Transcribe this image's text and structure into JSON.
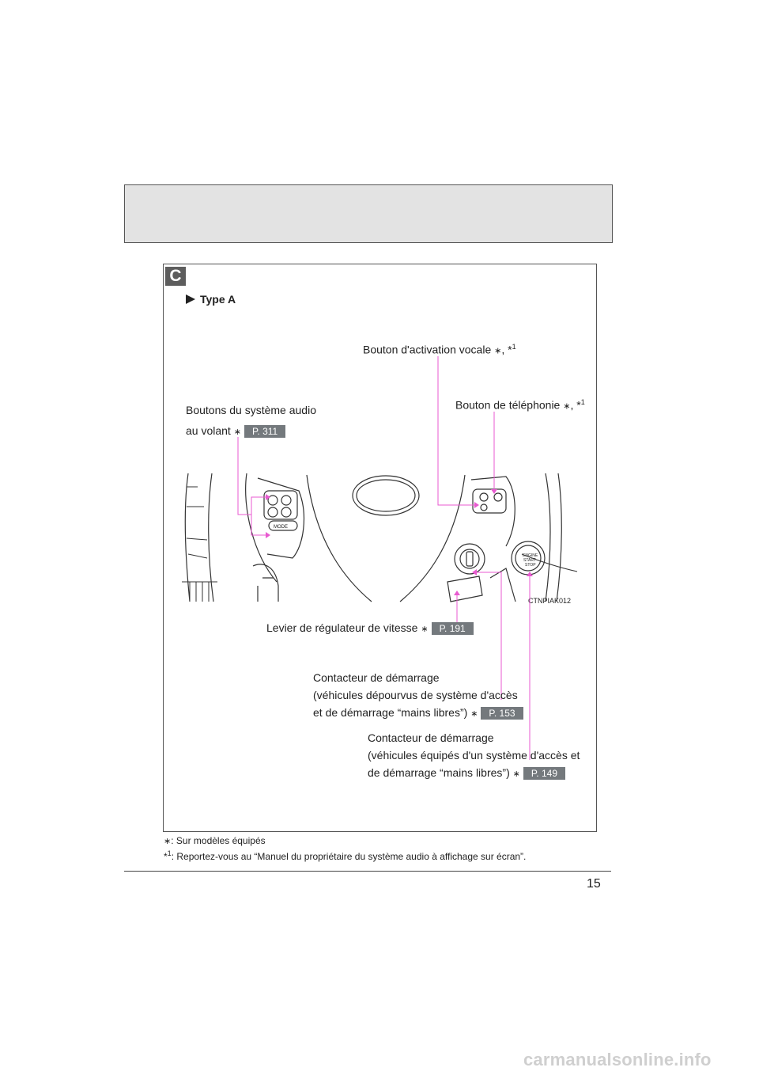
{
  "section": {
    "badge": "C"
  },
  "type_heading": "Type A",
  "labels": {
    "voice": {
      "text": "Bouton d'activation vocale",
      "marks": ", *",
      "sup": "1"
    },
    "phone": {
      "text": "Bouton de téléphonie",
      "marks": ", *",
      "sup": "1"
    },
    "audio": {
      "line1": "Boutons du système audio",
      "line2": "au volant",
      "ref": "P. 311"
    },
    "cruise": {
      "text": "Levier de régulateur de vitesse",
      "ref": "P. 191"
    },
    "ignition_std": {
      "line1": "Contacteur de démarrage",
      "line2": "(véhicules dépourvus de système d'accès",
      "line3": "et de démarrage “mains libres”)",
      "ref": "P. 153"
    },
    "ignition_smart": {
      "line1": "Contacteur de démarrage",
      "line2": "(véhicules équipés d'un système d'accès et",
      "line3": "de démarrage “mains libres”)",
      "ref": "P. 149"
    }
  },
  "star_glyph": "∗",
  "illustration": {
    "code": "CTNPIAK012",
    "mode_label": "MODE",
    "engine_button": [
      "ENGINE",
      "START",
      "STOP"
    ]
  },
  "footnotes": {
    "star": ": Sur modèles équipés",
    "note1_prefix": "*",
    "note1_sup": "1",
    "note1": ": Reportez-vous au “Manuel du propriétaire du système audio à affichage sur écran”."
  },
  "page_number": "15",
  "watermark": "carmanualsonline.info",
  "colors": {
    "leader": "#e85ad0",
    "ref_badge": "#74797d",
    "header_band": "#e3e3e3"
  }
}
